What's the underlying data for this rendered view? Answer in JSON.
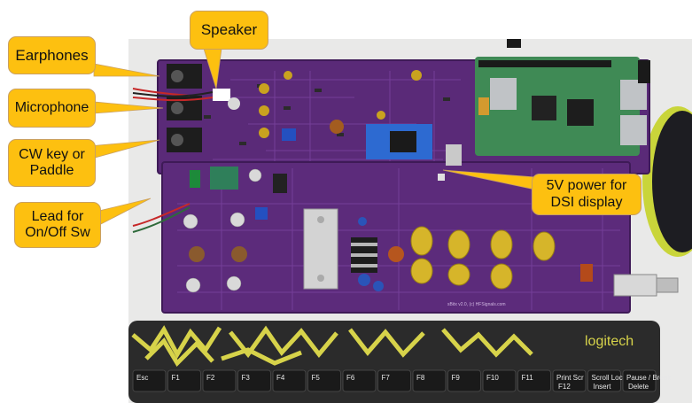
{
  "labels": {
    "speaker": "Speaker",
    "earphones": "Earphones",
    "microphone": "Microphone",
    "cw_key": "CW key or Paddle",
    "lead": "Lead for On/Off Sw",
    "power": "5V power for DSI display"
  },
  "keyboard": {
    "brand": "logitech",
    "keys": [
      "Esc",
      "F1",
      "F2",
      "F3",
      "F4",
      "F5",
      "F6",
      "F7",
      "F8",
      "F9",
      "F10",
      "F11",
      "Print Scr",
      "Scroll Lock",
      "Pause / Break"
    ],
    "sub_keys": [
      "F12",
      "Insert",
      "Delete"
    ]
  },
  "pcb": {
    "silkscreen": "sBitx v2.0, (c) HFSignals.com"
  },
  "colors": {
    "callout_fill": "#fdc010",
    "pcb_purple": "#5a2a78",
    "pi_green": "#3f8a55",
    "keyboard_black": "#2b2b2b",
    "keyboard_pattern": "#d7d34a"
  }
}
